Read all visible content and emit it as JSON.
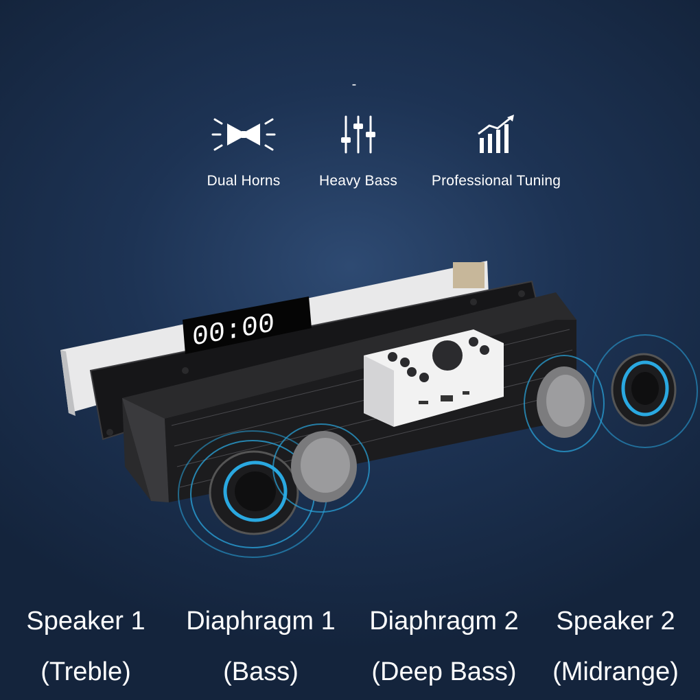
{
  "header": {
    "dash": "-"
  },
  "features": [
    {
      "label": "Dual Horns",
      "icon": "dual-horns-icon"
    },
    {
      "label": "Heavy Bass",
      "icon": "equalizer-sliders-icon"
    },
    {
      "label": "Professional Tuning",
      "icon": "rising-bars-icon"
    }
  ],
  "display": {
    "clock": "00:00"
  },
  "captions": [
    {
      "name": "Speaker 1",
      "role": "(Treble)"
    },
    {
      "name": "Diaphragm 1",
      "role": "(Bass)"
    },
    {
      "name": "Diaphragm 2",
      "role": "(Deep Bass)"
    },
    {
      "name": "Speaker 2",
      "role": "(Midrange)"
    }
  ],
  "colors": {
    "background": "#1d3354",
    "accent_ring": "#2aa8e0",
    "speaker_body": "#2a2a2c",
    "panel_white": "#f2f2f2"
  }
}
